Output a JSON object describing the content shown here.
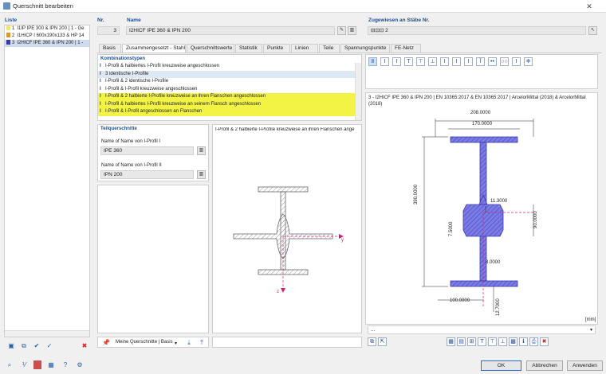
{
  "window": {
    "title": "Querschnitt bearbeiten"
  },
  "list": {
    "label": "Liste",
    "items": [
      {
        "num": "1",
        "text": "I1IP IPE 300 & IPN 200 | 1 - Ge",
        "color": "#f5e27a"
      },
      {
        "num": "2",
        "text": "I1HICP I 600x190x133 & HP 14",
        "color": "#d99a2b"
      },
      {
        "num": "3",
        "text": "I2HICF IPE 360 & IPN 200 | 1 -",
        "color": "#3b3b9a"
      }
    ]
  },
  "nr": {
    "label": "Nr.",
    "value": "3"
  },
  "name": {
    "label": "Name",
    "value": "I2HICF IPE 360 & IPN 200"
  },
  "assigned": {
    "label": "Zugewiesen an Stäbe Nr.",
    "value": "2"
  },
  "tabs": [
    "Basis",
    "Zusammengesetzt - Stahl",
    "Querschnittswerte",
    "Statistik",
    "Punkte",
    "Linien",
    "Teile",
    "Spannungspunkte",
    "FE-Netz"
  ],
  "combos": {
    "label": "Kombinationstypen",
    "items": [
      {
        "text": "I-Profil & halbiertes I-Profil kreuzweise angeschlossen",
        "state": ""
      },
      {
        "text": "3 identische I-Profile",
        "state": "sel"
      },
      {
        "text": "I-Profil & 2 identische I-Profile",
        "state": ""
      },
      {
        "text": "I-Profil & I-Profil kreuzweise angeschlossen",
        "state": ""
      },
      {
        "text": "I-Profil & 2 halbierte I-Profile kreuzweise an ihren Flanschen angeschlossen",
        "state": "hl"
      },
      {
        "text": "I-Profil & halbiertes I-Profil kreuzweise an seinem Flansch angeschlossen",
        "state": "hl"
      },
      {
        "text": "I-Profil & I-Profil angeschlossen an Flanschen",
        "state": "hl"
      }
    ]
  },
  "parts": {
    "label": "Teilquerschnitte",
    "name1_label": "Name of Name von I-Profil I",
    "name1_value": "IPE 360",
    "name2_label": "Name of Name von I-Profil II",
    "name2_value": "IPN 200"
  },
  "preview": {
    "title": "I-Profil & 2 halbierte I-Profile kreuzweise an ihren Flanschen ange",
    "axis_y": "y",
    "axis_z": "z"
  },
  "base": {
    "label": "Meine Querschnitte | Basis"
  },
  "drawing": {
    "title": "3 - I2HICF IPE 360 & IPN 200 | EN 10365:2017 & EN 10365:2017 | ArcelorMittal (2018) & ArcelorMittal (2018)",
    "dims": {
      "w1": "208.0000",
      "w2": "170.0000",
      "h": "390.0000",
      "t1": "11.3000",
      "h2": "90.0000",
      "tw": "7.5000",
      "tf": "8.0000",
      "b": "100.0000",
      "tb": "12.7000"
    },
    "unit": "[mm]",
    "combo_value": "..."
  },
  "buttons": {
    "ok": "OK",
    "cancel": "Abbrechen",
    "apply": "Anwenden"
  },
  "colors": {
    "accent": "#1c4e92",
    "highlight": "#f3f346",
    "steel": "#6666d8"
  }
}
